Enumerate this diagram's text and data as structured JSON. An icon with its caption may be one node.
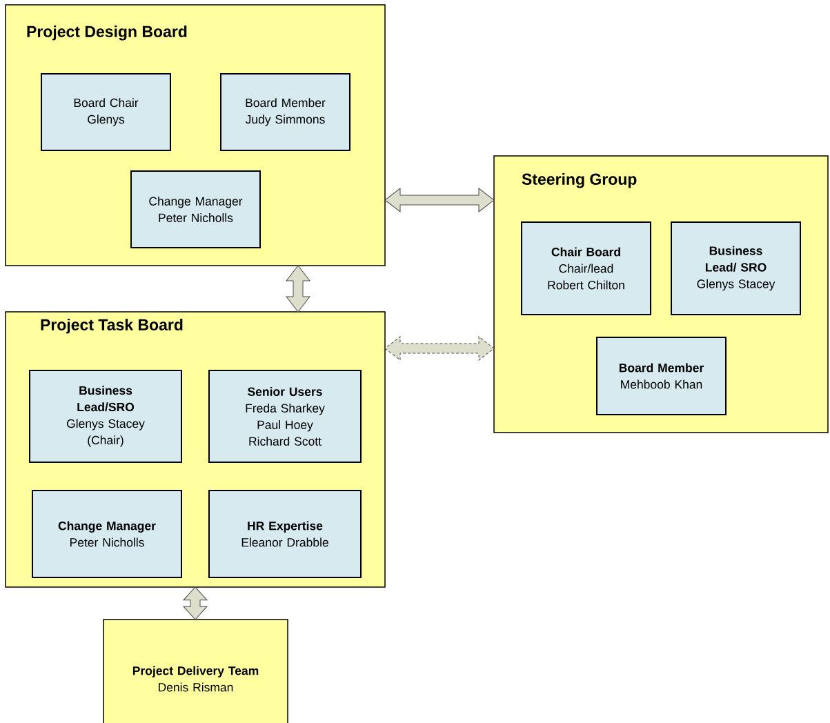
{
  "diagram": {
    "nodes": [
      {
        "text": [
          "Project Design Board"
        ]
      },
      {
        "text": [
          "Board Chair Glenys"
        ],
        "in": 0
      },
      {
        "text": [
          "Board Member Judy Simmons"
        ],
        "in": 0
      },
      {
        "text": [
          "Change Manager Peter Nicholls"
        ],
        "in": 0
      },
      {
        "text": [
          "Steering Group"
        ]
      },
      {
        "text": [
          "Chair Board",
          "Chair/lead Robert Chilton"
        ],
        "in": 4
      },
      {
        "text": [
          "Business Lead/ SRO",
          "Glenys Stacey"
        ],
        "in": 4
      },
      {
        "text": [
          "Board Member",
          "Mehboob Khan"
        ],
        "in": 4
      },
      {
        "text": [
          "Project Task Board"
        ]
      },
      {
        "text": [
          "Business Lead/SRO",
          "Glenys Stacey (Chair)"
        ],
        "in": 8
      },
      {
        "text": [
          "Senior Users",
          "Freda Sharkey Paul Hoey Richard Scott"
        ],
        "in": 8
      },
      {
        "text": [
          "Change Manager",
          "Peter Nicholls"
        ],
        "in": 8
      },
      {
        "text": [
          "HR Expertise",
          "Eleanor Drabble"
        ],
        "in": 8
      },
      {
        "text": [
          "**Project Delivery** Team",
          "Denis Risman"
        ]
      }
    ],
    "edges": [
      {
        "from": 0,
        "to": 4,
        "arrow": "both"
      },
      {
        "from": 0,
        "to": 8,
        "arrow": "both"
      },
      {
        "from": 8,
        "to": 4,
        "arrow": "both",
        "style": "dashed"
      },
      {
        "from": 8,
        "to": 13,
        "arrow": "both"
      }
    ]
  }
}
